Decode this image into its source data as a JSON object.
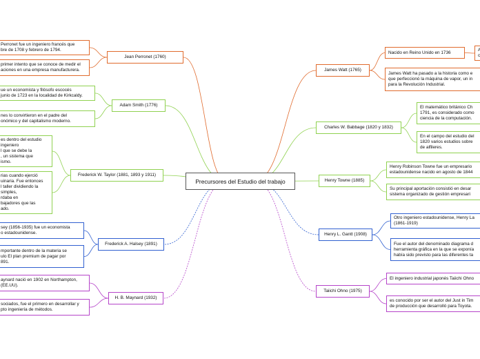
{
  "central": "Precursores del Estudio del trabajo",
  "colors": {
    "orange": "#e06a2c",
    "green": "#8fd14f",
    "blue": "#2f5fd0",
    "purple": "#b543c9"
  },
  "branches": [
    {
      "id": "perronet",
      "color": "orange",
      "name": "Jean Perronet (1760)",
      "details": [
        "Perronet fue un ingeniero francés que\nbre de 1708 y febrero de 1794.",
        "primer intento que se conoce de medir el\naciones en una empresa manufacturera."
      ]
    },
    {
      "id": "smith",
      "color": "green",
      "name": "Adam Smith (1776)",
      "details": [
        "ue un economista y filósofo escocés\njunio de 1723 en la localidad de Kirkcaldy.",
        "nes lo convirtieron en el padre del\nonómico y del capitalismo moderno."
      ]
    },
    {
      "id": "taylor",
      "color": "green",
      "name": "Frederick W. Taylor (1881, 1893 y 1911)",
      "details": [
        "es dentro del estudio\ningeniero\nl que se debe la\n, un sistema que\nismo.",
        "rias cuando ejerció\nuinaria. Fue entonces\nl taller dividiendo la\nsimples,\nrdaba en\nbajadores que las\nado."
      ]
    },
    {
      "id": "halsey",
      "color": "blue",
      "name": "Frederick A. Halsey (1891)",
      "details": [
        "sey (1856-1935) fue un economista\no estadounidense.",
        "mportante dentro de la materia se\nulo El plan premium de pagar por\n891."
      ]
    },
    {
      "id": "maynard",
      "color": "purple",
      "name": "H. B. Maynard (1932)",
      "details": [
        "aynard nació en 1902 en Northampton,\n(EE.UU).",
        "sociados, fue el primero en desarrollar y\npto ingeniería de métodos."
      ]
    },
    {
      "id": "watt",
      "color": "orange",
      "name": "James Watt (1765)",
      "details": [
        "Nacido en Reino Unido en 1736",
        "James Watt ha pasado a la historia como e\nque perfeccionó la máquina de vapor, un in\npara la Revolución Industrial."
      ],
      "sub": "A\nc"
    },
    {
      "id": "babbage",
      "color": "green",
      "name": "Charles W. Babbage (1820 y 1832)",
      "details": [
        "El matemático británico Ch\n1791, es considerado como\nciencia de la computación.",
        "En el campo del estudio del\n1820 varios estudios sobre\nde alfileres."
      ]
    },
    {
      "id": "towne",
      "color": "green",
      "name": "Henry Towne (1885)",
      "details": [
        "Henry Robinson Towne fue un empresario\nestadounidense nacido en agosto de 1844",
        "Su principal aportación consistió en desar\nsistema organizado de gestión empresari"
      ]
    },
    {
      "id": "gantt",
      "color": "blue",
      "name": "Henry L. Gantt (1908)",
      "details": [
        "Otro ingeniero estadounidense, Henry La\n(1861-1919)",
        "Fue el autor del denominado diagrama d\nherramienta gráfica en la que se exponía\nhabía sido previsto para las diferentes ta"
      ]
    },
    {
      "id": "ohno",
      "color": "purple",
      "name": "Taiichi Ohno (1975)",
      "details": [
        "El ingeniero industrial japonés Taiichi Ohno",
        "es conocido por ser el autor del Just in Tim\nde producción que desarrolló para Toyota."
      ]
    }
  ]
}
